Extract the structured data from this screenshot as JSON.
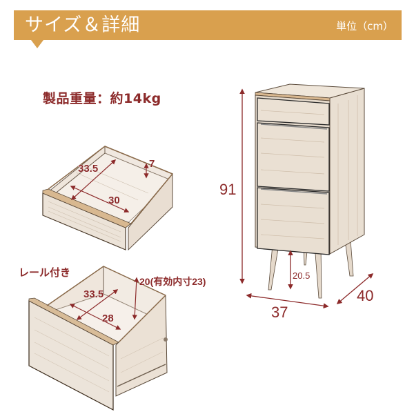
{
  "header": {
    "title": "サイズ＆詳細",
    "unit": "単位（cm）",
    "bar_color": "#d9a04e"
  },
  "product": {
    "weight_label": "製品重量：約14kg"
  },
  "small_drawer": {
    "depth": "33.5",
    "width": "30",
    "height": "7"
  },
  "large_drawer": {
    "rail_label": "レール付き",
    "depth": "33.5",
    "width": "28",
    "height": "20(有効内寸23)"
  },
  "cabinet": {
    "height": "91",
    "width": "37",
    "depth": "40",
    "leg_height": "20.5"
  },
  "colors": {
    "dimension": "#8c2a2a",
    "wood": "#e8ddd0",
    "outline": "#5a4a3a"
  }
}
